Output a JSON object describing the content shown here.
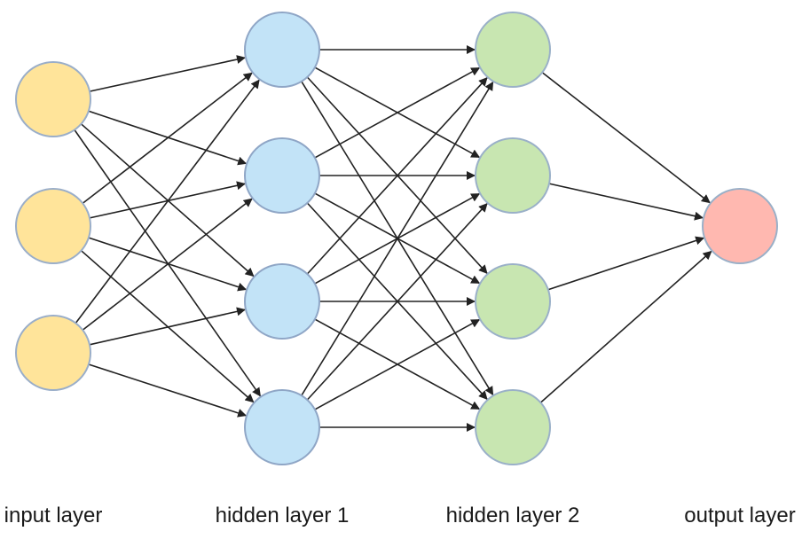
{
  "layers": [
    {
      "label": "input layer",
      "nodes": 3,
      "fill": "#ffe49a",
      "stroke": "#9aaec9"
    },
    {
      "label": "hidden layer 1",
      "nodes": 4,
      "fill": "#c2e3f7",
      "stroke": "#8fa6c6"
    },
    {
      "label": "hidden layer 2",
      "nodes": 4,
      "fill": "#c8e6b1",
      "stroke": "#9ab0c8"
    },
    {
      "label": "output layer",
      "nodes": 1,
      "fill": "#ffb8b0",
      "stroke": "#9ab0c8"
    }
  ],
  "connectivity": "fully-connected",
  "edge_color": "#222222"
}
